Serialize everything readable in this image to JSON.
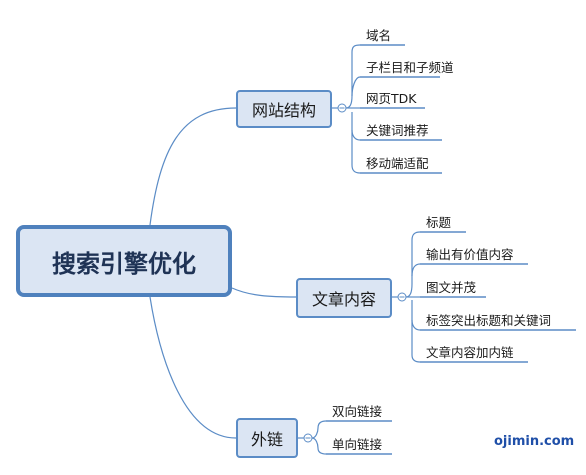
{
  "mindmap": {
    "root": "搜索引擎优化",
    "branches": [
      {
        "label": "网站结构",
        "children": [
          "域名",
          "子栏目和子频道",
          "网页TDK",
          "关键词推荐",
          "移动端适配"
        ]
      },
      {
        "label": "文章内容",
        "children": [
          "标题",
          "输出有价值内容",
          "图文并茂",
          "标签突出标题和关键词",
          "文章内容加内链"
        ]
      },
      {
        "label": "外链",
        "children": [
          "双向链接",
          "单向链接"
        ]
      }
    ]
  },
  "watermark": "ojimin.com",
  "colors": {
    "line": "#5b8cc6",
    "node_fill": "#dbe5f3",
    "root_border": "#4f81bd",
    "leaf_underline": "#5b8cc6"
  }
}
